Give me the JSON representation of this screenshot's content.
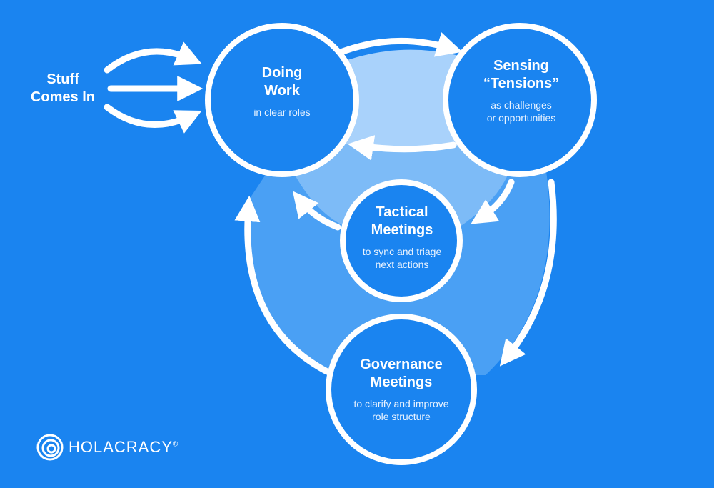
{
  "colors": {
    "background": "#1a84f0",
    "circle_fill": "#1a84f0",
    "outer_region": "#4aa0f4",
    "inner_region": "#7dbbf7",
    "top_region": "#a9d2fb",
    "stroke": "#ffffff"
  },
  "nodes": {
    "stuff": {
      "title_line1": "Stuff",
      "title_line2": "Comes In"
    },
    "doing": {
      "title_line1": "Doing",
      "title_line2": "Work",
      "subtitle_line1": "in clear roles"
    },
    "sensing": {
      "title_line1": "Sensing",
      "title_line2": "“Tensions”",
      "subtitle_line1": "as challenges",
      "subtitle_line2": "or opportunities"
    },
    "tactical": {
      "title_line1": "Tactical",
      "title_line2": "Meetings",
      "subtitle_line1": "to sync and triage",
      "subtitle_line2": "next actions"
    },
    "governance": {
      "title_line1": "Governance",
      "title_line2": "Meetings",
      "subtitle_line1": "to clarify and improve",
      "subtitle_line2": "role structure"
    }
  },
  "logo": {
    "text": "HOLACRACY",
    "mark": "®",
    "icon": "holacracy-spiral-icon"
  }
}
